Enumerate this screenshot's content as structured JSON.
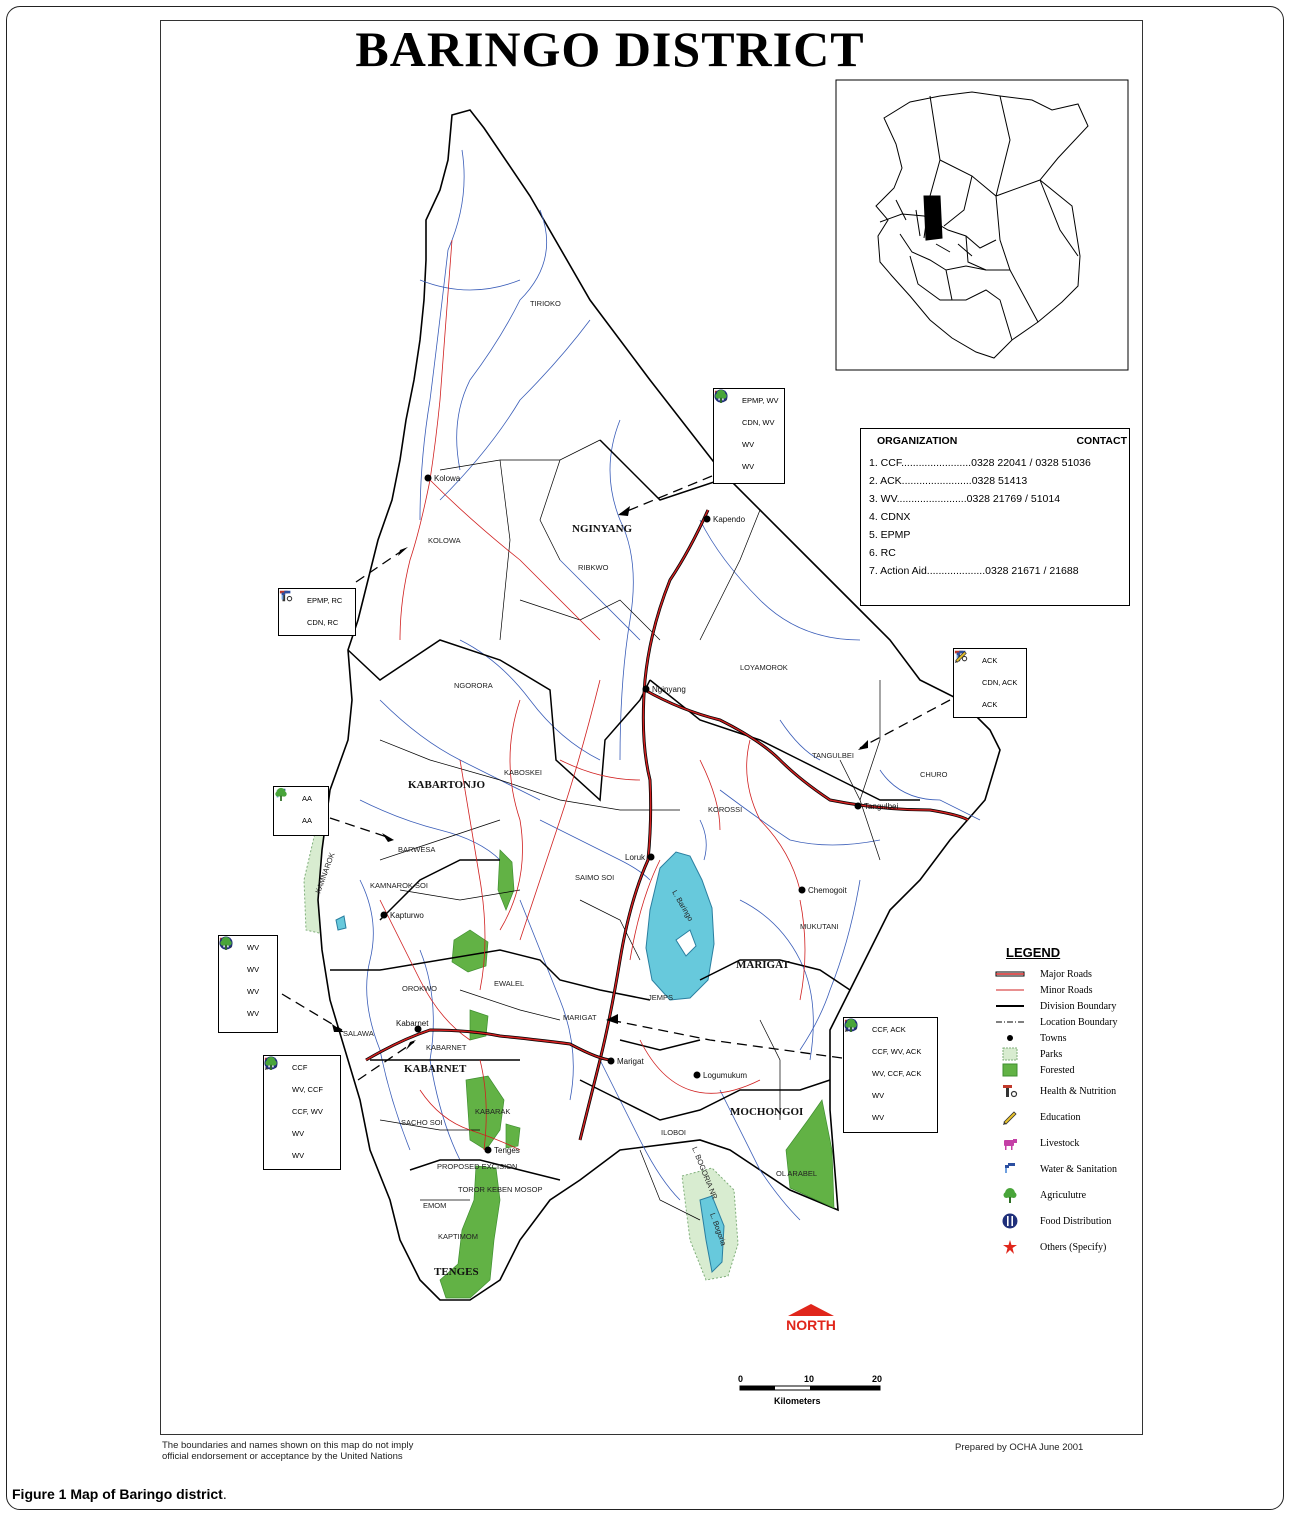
{
  "title": "BARINGO DISTRICT",
  "organizations": {
    "header_org": "ORGANIZATION",
    "header_contact": "CONTACT",
    "rows": [
      "1. CCF........................0328 22041 / 0328 51036",
      "2. ACK........................0328 51413",
      "3. WV........................0328 21769 / 51014",
      "4. CDNX",
      "5. EPMP",
      "6. RC",
      "7. Action Aid....................0328 21671 / 21688"
    ]
  },
  "divisions": [
    "NGINYANG",
    "KABARTONJO",
    "MARIGAT",
    "KABARNET",
    "MOCHONGOI",
    "TENGES"
  ],
  "locations": [
    "TIRIOKO",
    "KOLOWA",
    "RIBKWO",
    "LOYAMOROK",
    "NGORORA",
    "KABOSKEI",
    "TANGULBEI",
    "CHURO",
    "KOROSSI",
    "BARWESA",
    "SAIMO SOI",
    "KAMNAROK SOI",
    "MUKUTANI",
    "OROKWO",
    "EWALEL",
    "JEMPS",
    "MARIGAT",
    "SALAWA",
    "KABARNET",
    "KABARAK",
    "SACHO SOI",
    "ILOBOI",
    "PROPOSED EXCISION",
    "TOROR KEBEN MOSOP",
    "OL ARABEL",
    "EMOM",
    "KAPTIMOM"
  ],
  "towns": [
    "Kolowa",
    "Kapendo",
    "Nginyang",
    "Tangulbei",
    "Loruk",
    "Chemogoit",
    "Kapturwo",
    "Kabarnet",
    "Marigat",
    "Logumukum",
    "Tenges"
  ],
  "water_labels": [
    "L. Baringo",
    "L. Bogoria",
    "L. BOGORIA NR",
    "KAMNAROK"
  ],
  "callouts": [
    {
      "items": [
        {
          "icon": "health-nutrition",
          "label": "EPMP, WV"
        },
        {
          "icon": "water-sanitation",
          "label": "CDN, WV"
        },
        {
          "icon": "food-distribution",
          "label": "WV"
        },
        {
          "icon": "agriculture",
          "label": "WV"
        }
      ]
    },
    {
      "items": [
        {
          "icon": "health-nutrition",
          "label": "EPMP, RC"
        },
        {
          "icon": "water-sanitation",
          "label": "CDN, RC"
        }
      ]
    },
    {
      "items": [
        {
          "icon": "health-nutrition",
          "label": "ACK"
        },
        {
          "icon": "water-sanitation",
          "label": "CDN, ACK"
        },
        {
          "icon": "education",
          "label": "ACK"
        }
      ]
    },
    {
      "items": [
        {
          "icon": "water-sanitation",
          "label": "AA"
        },
        {
          "icon": "agriculture",
          "label": "AA"
        }
      ]
    },
    {
      "items": [
        {
          "icon": "health-nutrition",
          "label": "WV"
        },
        {
          "icon": "water-sanitation",
          "label": "WV"
        },
        {
          "icon": "food-distribution",
          "label": "WV"
        },
        {
          "icon": "agriculture",
          "label": "WV"
        }
      ]
    },
    {
      "items": [
        {
          "icon": "education",
          "label": "CCF"
        },
        {
          "icon": "health-nutrition",
          "label": "WV, CCF"
        },
        {
          "icon": "water-sanitation",
          "label": "CCF, WV"
        },
        {
          "icon": "food-distribution",
          "label": "WV"
        },
        {
          "icon": "agriculture",
          "label": "WV"
        }
      ]
    },
    {
      "items": [
        {
          "icon": "education",
          "label": "CCF, ACK"
        },
        {
          "icon": "health-nutrition",
          "label": "CCF, WV, ACK"
        },
        {
          "icon": "water-sanitation",
          "label": "WV, CCF, ACK"
        },
        {
          "icon": "food-distribution",
          "label": "WV"
        },
        {
          "icon": "agriculture",
          "label": "WV"
        }
      ]
    }
  ],
  "legend": {
    "title": "LEGEND",
    "items": [
      {
        "symbol": "major-road",
        "label": "Major Roads"
      },
      {
        "symbol": "minor-road",
        "label": "Minor Roads"
      },
      {
        "symbol": "division-boundary",
        "label": "Division Boundary"
      },
      {
        "symbol": "location-boundary",
        "label": "Location Boundary"
      },
      {
        "symbol": "town",
        "label": "Towns"
      },
      {
        "symbol": "park",
        "label": "Parks"
      },
      {
        "symbol": "forest",
        "label": "Forested"
      },
      {
        "symbol": "health-nutrition",
        "label": "Health & Nutrition"
      },
      {
        "symbol": "education",
        "label": "Education"
      },
      {
        "symbol": "livestock",
        "label": "Livestock"
      },
      {
        "symbol": "water-sanitation",
        "label": "Water & Sanitation"
      },
      {
        "symbol": "agriculture",
        "label": "Agriculutre"
      },
      {
        "symbol": "food-distribution",
        "label": "Food Distribution"
      },
      {
        "symbol": "others",
        "label": "Others (Specify)"
      }
    ]
  },
  "north_label": "NORTH",
  "scale": {
    "ticks": [
      "0",
      "10",
      "20"
    ],
    "unit": "Kilometers"
  },
  "disclaimer": [
    "The boundaries and names shown on this map do not imply",
    "official endorsement or acceptance by the United Nations"
  ],
  "prepared_by": "Prepared by OCHA  June 2001",
  "caption": {
    "label": "Figure 1",
    "text": "Map of Baringo district",
    "suffix": "."
  },
  "colors": {
    "water": "#67c9dc",
    "park": "#d8ecd0",
    "forest": "#62b245",
    "road": "#d02020",
    "river": "#3a5db8",
    "north": "#e0261b"
  }
}
